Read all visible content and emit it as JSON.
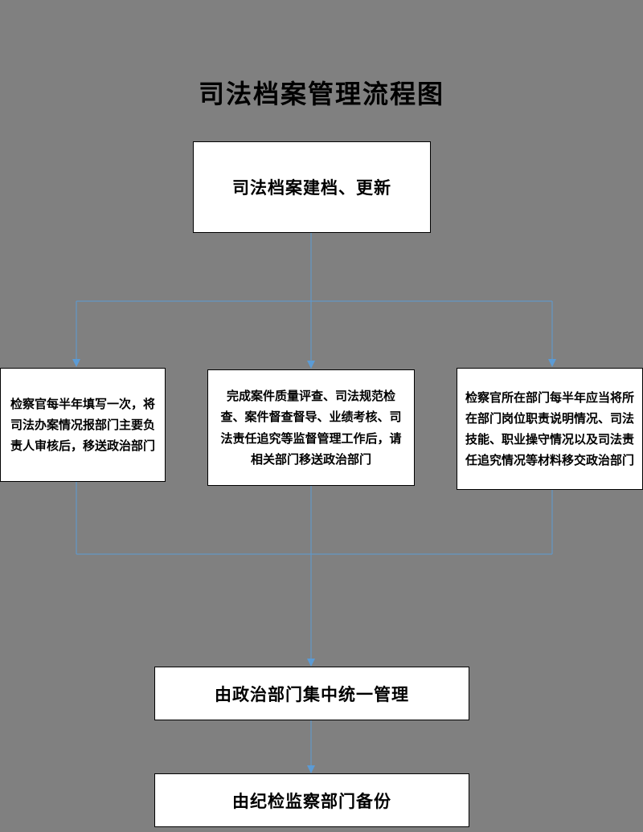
{
  "title": "司法档案管理流程图",
  "flowchart": {
    "start": {
      "label": "司法档案建档、更新"
    },
    "branches": [
      {
        "id": "left",
        "label": "检察官每半年填写一次，将司法办案情况报部门主要负责人审核后，移送政治部门"
      },
      {
        "id": "middle",
        "label": "完成案件质量评查、司法规范检查、案件督查督导、业绩考核、司法责任追究等监督管理工作后，请相关部门移送政治部门"
      },
      {
        "id": "right",
        "label": "检察官所在部门每半年应当将所在部门岗位职责说明情况、司法技能、职业操守情况以及司法责任追究情况等材料移交政治部门"
      }
    ],
    "manage": {
      "label": "由政治部门集中统一管理"
    },
    "backup": {
      "label": "由纪检监察部门备份"
    }
  },
  "colors": {
    "background": "#808080",
    "box_fill": "#ffffff",
    "box_border": "#000000",
    "connector": "#5b9bd5",
    "text": "#000000"
  }
}
